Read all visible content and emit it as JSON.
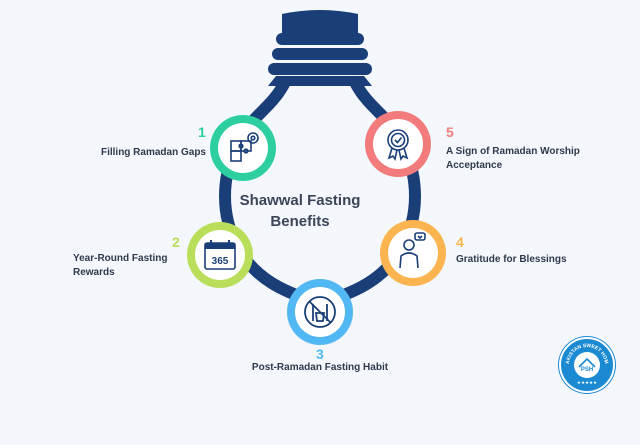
{
  "title_line1": "Shawwal Fasting",
  "title_line2": "Benefits",
  "colors": {
    "bulb": "#1a3f78",
    "step1": "#2dcfa0",
    "step2": "#b9df5a",
    "step3": "#52b8f3",
    "step4": "#fbb44f",
    "step5": "#f27c7c",
    "icon": "#1a3f78",
    "logo": "#1b8ad3"
  },
  "steps": [
    {
      "number": "1",
      "label_lines": [
        "Filling Ramadan Gaps"
      ],
      "icon": "puzzle-gear-icon"
    },
    {
      "number": "2",
      "label_lines": [
        "Year-Round Fasting",
        "Rewards"
      ],
      "icon": "calendar-365-icon"
    },
    {
      "number": "3",
      "label_lines": [
        "Post-Ramadan Fasting Habit"
      ],
      "icon": "no-eating-icon"
    },
    {
      "number": "4",
      "label_lines": [
        "Gratitude for Blessings"
      ],
      "icon": "grateful-person-icon"
    },
    {
      "number": "5",
      "label_lines": [
        "A Sign of Ramadan Worship",
        "Acceptance"
      ],
      "icon": "award-badge-icon"
    }
  ],
  "calendar_text": "365",
  "logo": {
    "top_text": "PAKISTAN SWEET HOME",
    "center_text": "PSH",
    "stars": "★★★★★"
  }
}
